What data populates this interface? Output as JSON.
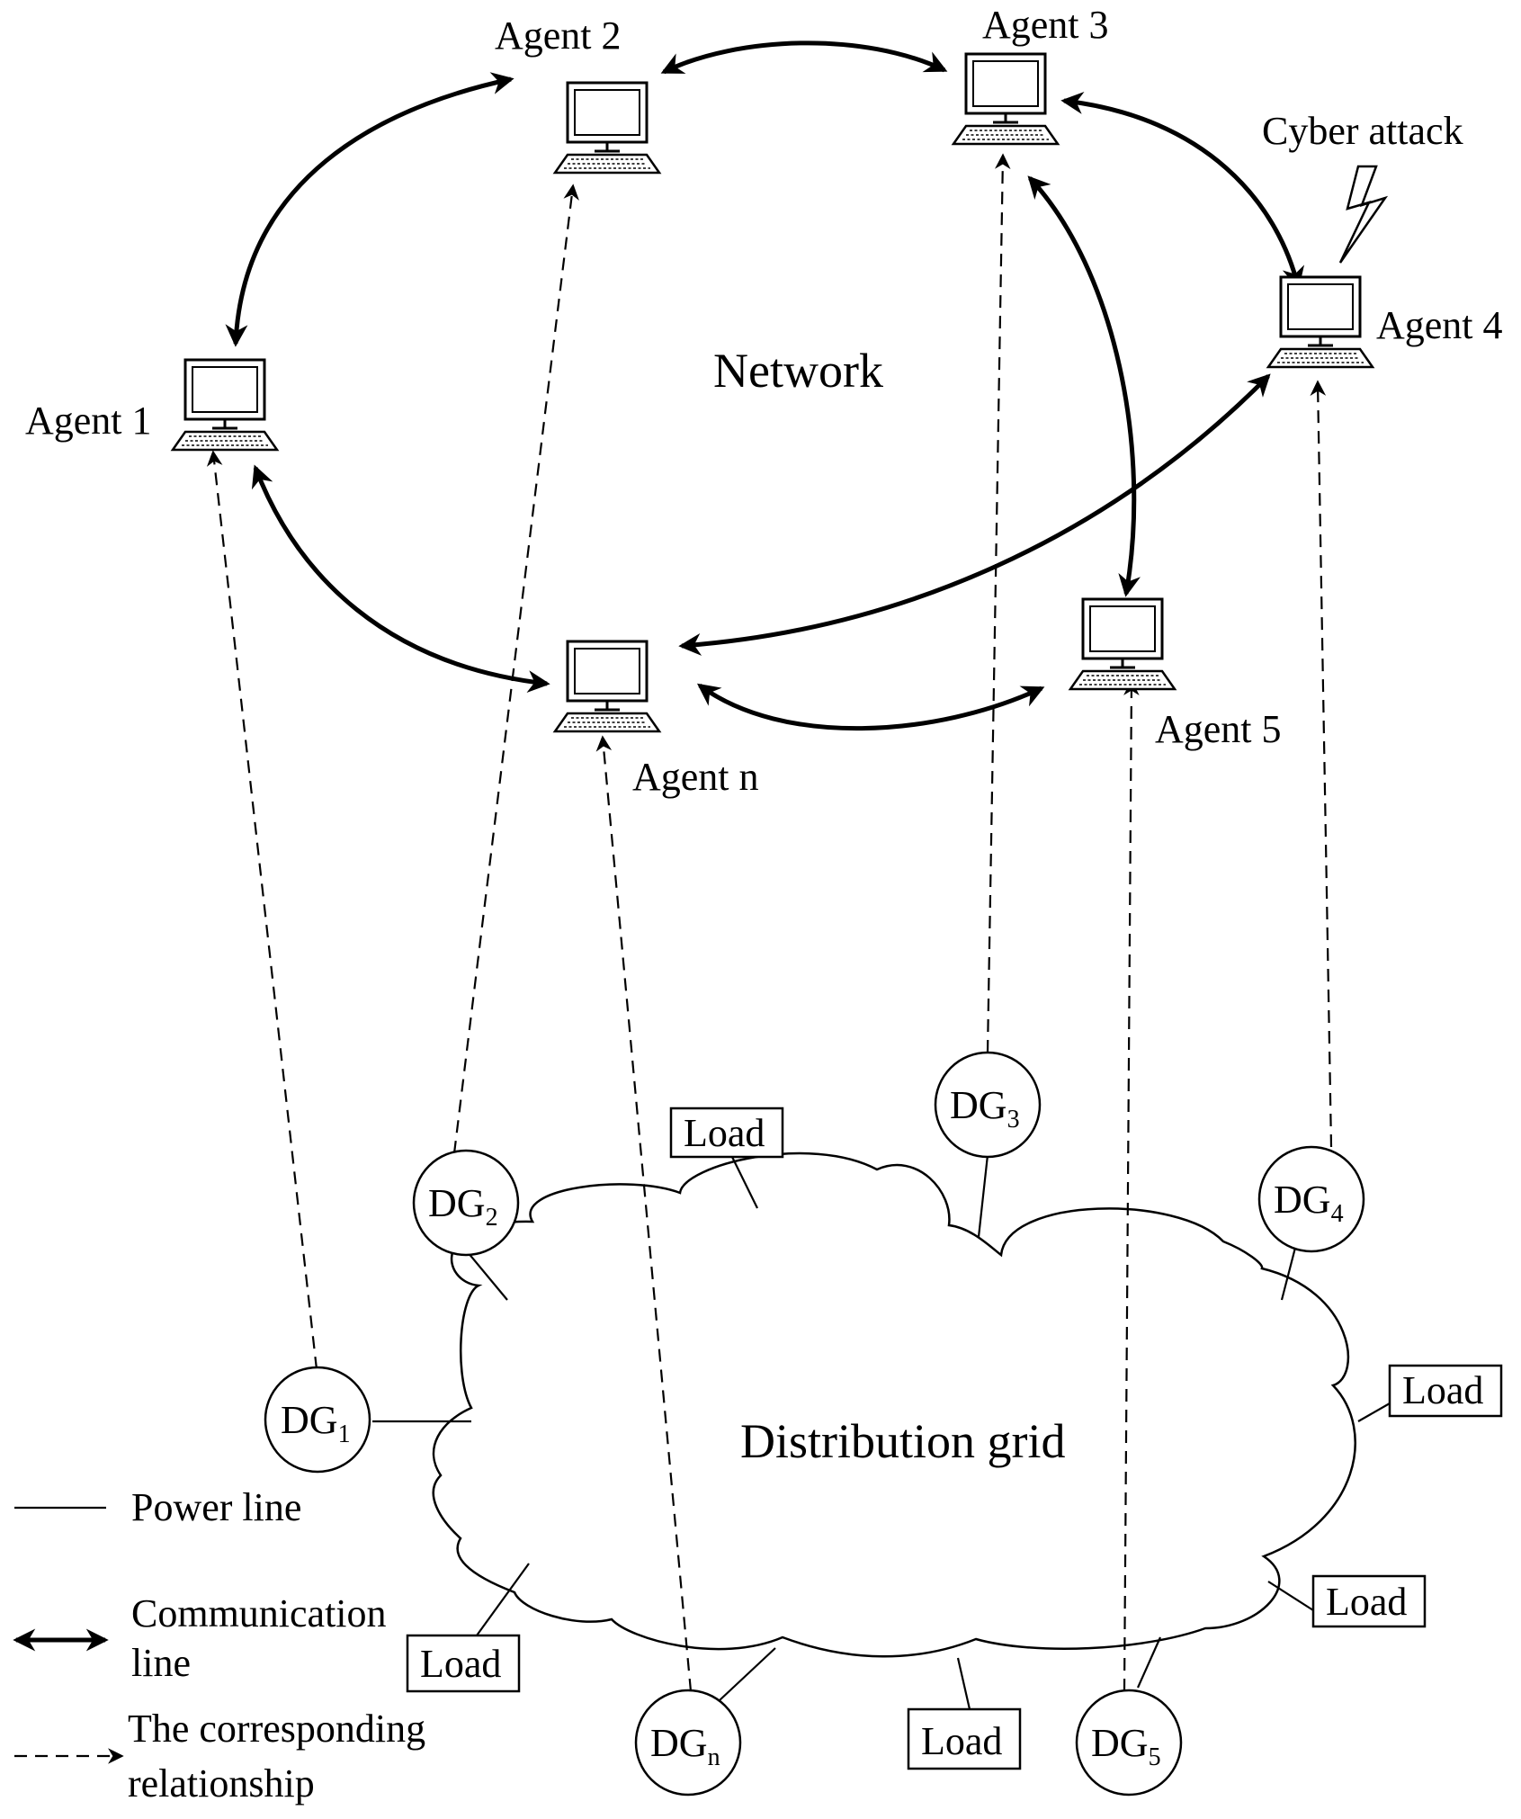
{
  "network_label": "Network",
  "grid_label": "Distribution grid",
  "cyber_attack_label": "Cyber attack",
  "agents": [
    {
      "id": "1",
      "label": "Agent 1"
    },
    {
      "id": "2",
      "label": "Agent 2"
    },
    {
      "id": "3",
      "label": "Agent 3"
    },
    {
      "id": "4",
      "label": "Agent 4"
    },
    {
      "id": "5",
      "label": "Agent 5"
    },
    {
      "id": "n",
      "label": "Agent n"
    }
  ],
  "dgs": [
    {
      "base": "DG",
      "sub": "1"
    },
    {
      "base": "DG",
      "sub": "2"
    },
    {
      "base": "DG",
      "sub": "3"
    },
    {
      "base": "DG",
      "sub": "4"
    },
    {
      "base": "DG",
      "sub": "5"
    },
    {
      "base": "DG",
      "sub": "n"
    }
  ],
  "load_label": "Load",
  "legend": {
    "power_line": "Power line",
    "communication_line_1": "Communication",
    "communication_line_2": "line",
    "relationship_1": "The corresponding",
    "relationship_2": "relationship"
  }
}
